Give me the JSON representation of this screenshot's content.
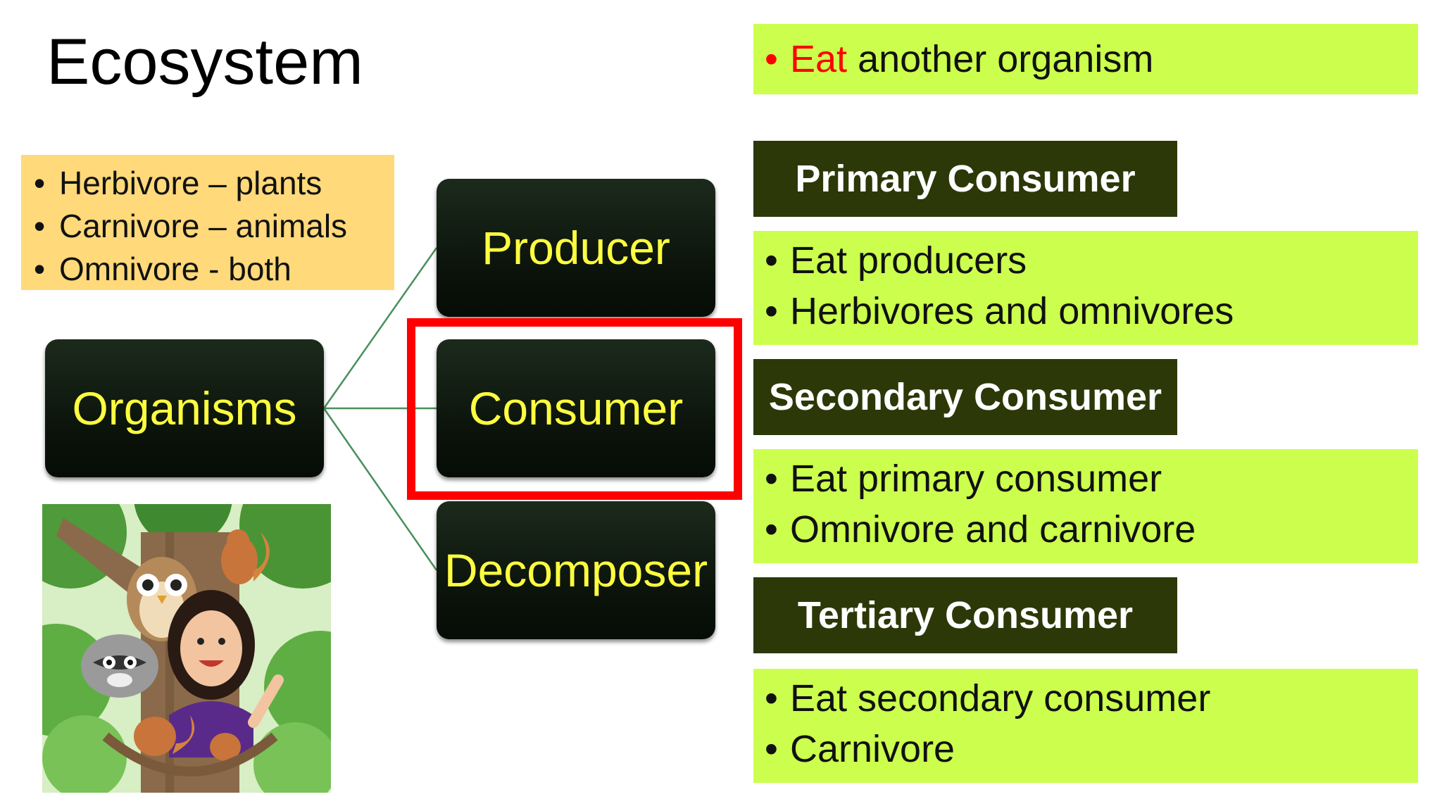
{
  "title": "Ecosystem",
  "legend": {
    "items": [
      "Herbivore – plants",
      "Carnivore – animals",
      "Omnivore - both"
    ]
  },
  "diagram": {
    "root": "Organisms",
    "children": [
      "Producer",
      "Consumer",
      "Decomposer"
    ],
    "highlighted": "Consumer"
  },
  "consumer_info": {
    "definition": {
      "emphasis": "Eat",
      "rest": " another organism"
    },
    "sections": [
      {
        "header": "Primary Consumer",
        "bullets": [
          "Eat producers",
          "Herbivores and omnivores"
        ]
      },
      {
        "header": "Secondary Consumer",
        "bullets": [
          "Eat primary consumer",
          "Omnivore and carnivore"
        ]
      },
      {
        "header": "Tertiary Consumer",
        "bullets": [
          "Eat secondary consumer",
          "Carnivore"
        ]
      }
    ]
  },
  "colors": {
    "node_text": "#ffff40",
    "highlight": "#ff0000",
    "info_box": "#ccff4d",
    "header_box": "#2d3808",
    "legend_box": "#ffd97a"
  }
}
